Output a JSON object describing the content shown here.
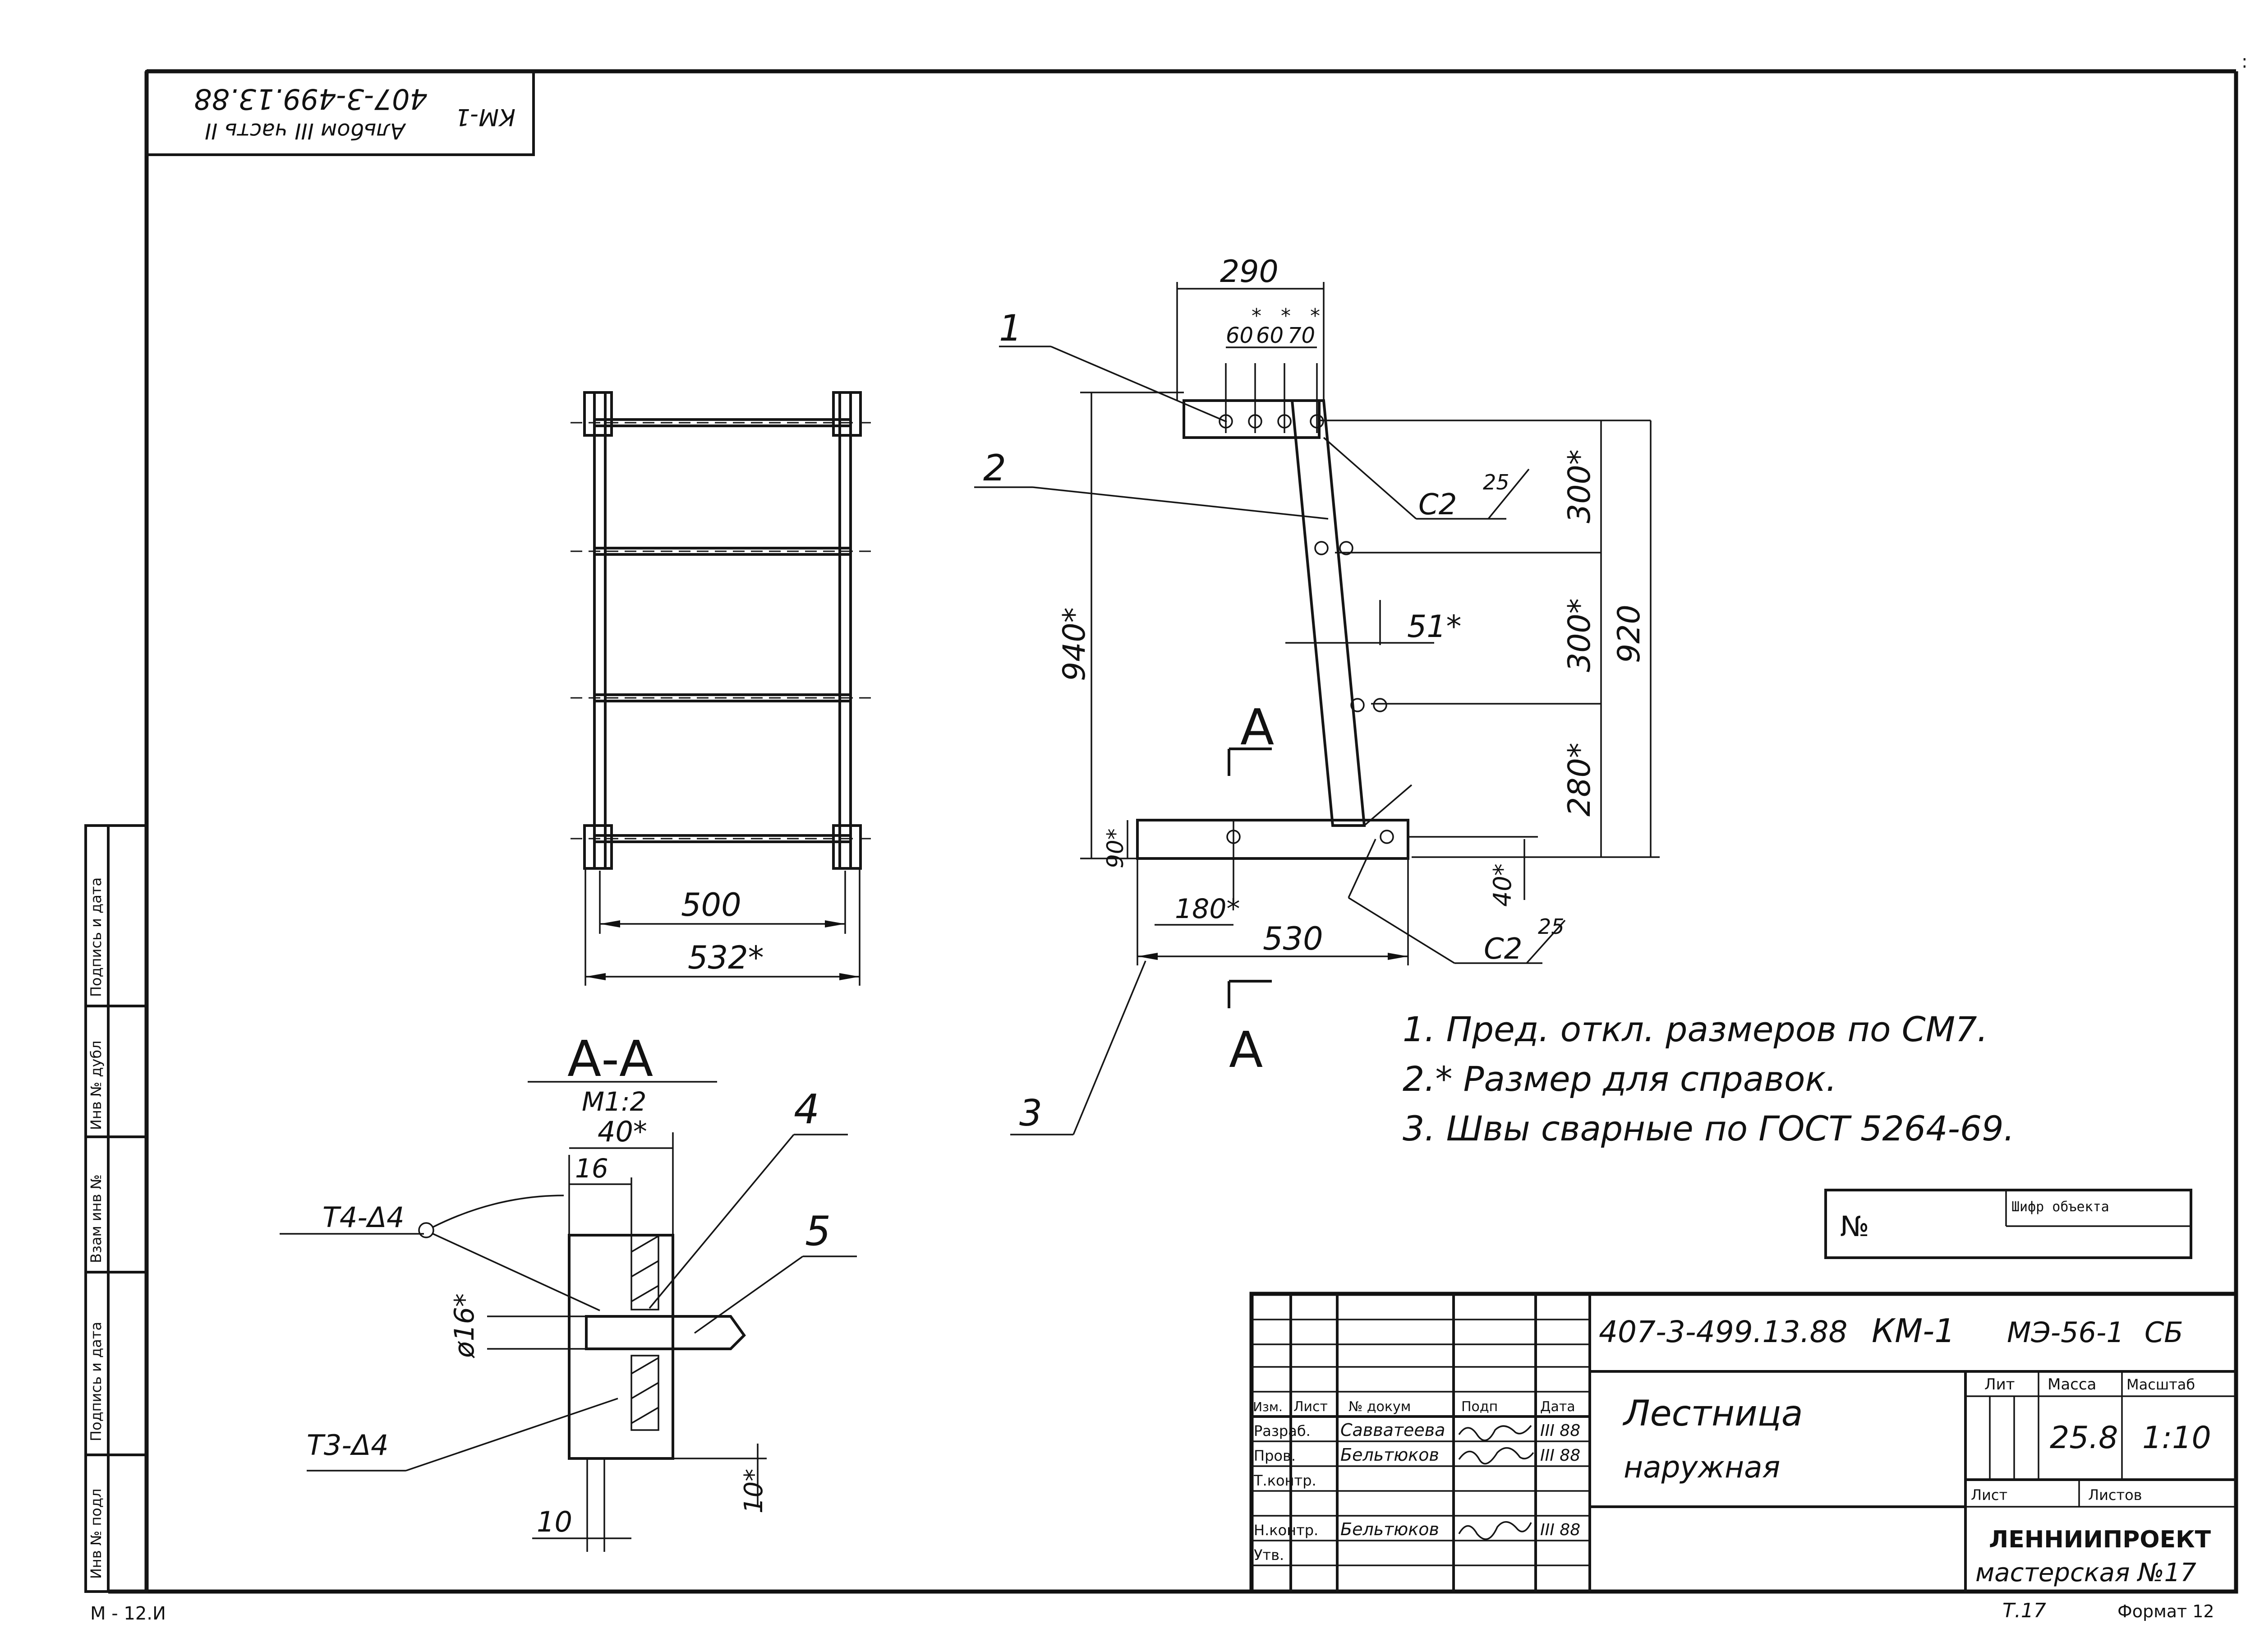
{
  "rotated_stamp": {
    "line1": "407-3-499.13.88",
    "line2": "Альбом III часть II",
    "line3": "КМ-1"
  },
  "margin_labels": {
    "bottom_left": "М - 12.И",
    "format_label": "Формат 12",
    "sheet_ref": "Т.17",
    "top_right": ":",
    "side_boxes": [
      "Инв № подл",
      "Подпись и дата",
      "Взам инв №",
      "Инв № дубл",
      "Подпись и дата"
    ]
  },
  "front_view": {
    "dims": {
      "inner_width": "500",
      "outer_width": "532*"
    }
  },
  "side_view": {
    "dims": {
      "top_width": "290",
      "hole_spacing": [
        "60",
        "60",
        "70"
      ],
      "hole_spacing_marks": [
        "*",
        "*",
        "*"
      ],
      "height_total": "940*",
      "right_total": "920",
      "seg_top": "300*",
      "seg_mid": "300*",
      "seg_bot": "280*",
      "offset": "51*",
      "base_height": "90*",
      "base_hole": "180*",
      "base_length": "530",
      "bottom_offset": "40*"
    },
    "weld_top": "C2",
    "weld_top_size": "25",
    "weld_bottom": "C2",
    "weld_bottom_size": "25",
    "section_mark": "A",
    "callouts": [
      "1",
      "2",
      "3"
    ]
  },
  "section_aa": {
    "title": "А-А",
    "scale": "М1:2",
    "dims": {
      "width": "40*",
      "slot": "16",
      "hole_dia": "ø16*",
      "bottom": "10",
      "right": "10*"
    },
    "weld_top": "Т4-Δ4",
    "weld_bottom": "Т3-Δ4",
    "callouts": [
      "4",
      "5"
    ]
  },
  "notes": [
    "1. Пред. откл. размеров по СМ7.",
    "2.* Размер для справок.",
    "3. Швы сварные по ГОСТ 5264-69."
  ],
  "object_box": {
    "label": "№",
    "stamp_label": "Шифр объекта"
  },
  "title_block": {
    "designation": "407-3-499.13.88",
    "sheet_code": "КМ-1",
    "part_code": "МЭ-56-1",
    "doc_type": "СБ",
    "name_line1": "Лестница",
    "name_line2": "наружная",
    "headers": {
      "izm": "Изм.",
      "list": "Лист",
      "doc_no": "№ докум",
      "sign": "Подп",
      "date": "Дата",
      "lit": "Лит",
      "mass": "Масса",
      "scale": "Масштаб",
      "sheet": "Лист",
      "sheets": "Листов"
    },
    "rows": [
      {
        "role": "Разраб.",
        "name": "Савватеева",
        "date": "III 88"
      },
      {
        "role": "Пров.",
        "name": "Бельтюков",
        "date": "III 88"
      },
      {
        "role": "Т.контр.",
        "name": "",
        "date": ""
      },
      {
        "role": "Н.контр.",
        "name": "Бельтюков",
        "date": "III 88"
      },
      {
        "role": "Утв.",
        "name": "",
        "date": ""
      }
    ],
    "mass_value": "25.8",
    "scale_value": "1:10",
    "org_name": "ЛЕННИИПРОЕКТ",
    "org_workshop": "мастерская №17"
  }
}
